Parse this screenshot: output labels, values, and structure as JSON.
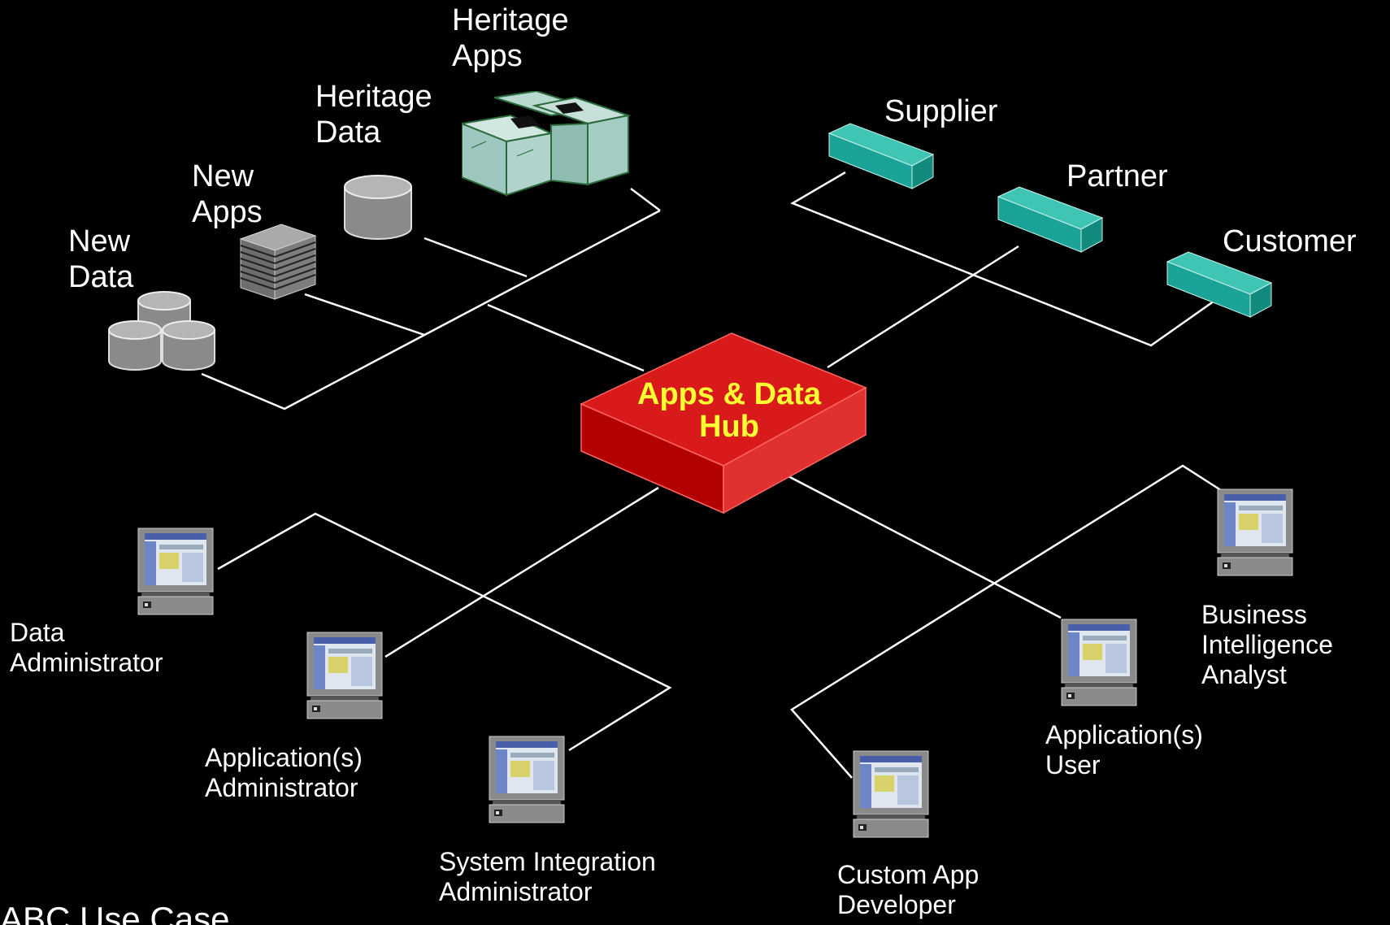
{
  "hub": {
    "line1": "Apps & Data",
    "line2": "Hub"
  },
  "top_nodes": {
    "heritage_apps": "Heritage\nApps",
    "heritage_data": "Heritage\nData",
    "new_apps": "New\nApps",
    "new_data": "New\nData",
    "supplier": "Supplier",
    "partner": "Partner",
    "customer": "Customer"
  },
  "user_nodes": {
    "data_admin": "Data\nAdministrator",
    "app_admin": "Application(s)\nAdministrator",
    "sys_int_admin": "System Integration\nAdministrator",
    "custom_dev": "Custom App\nDeveloper",
    "app_user": "Application(s)\nUser",
    "bi_analyst": "Business\nIntelligence\nAnalyst"
  },
  "footer_title": "ABC Use Case",
  "colors": {
    "background": "#000000",
    "hub": "#cc0000",
    "hub_text": "#ffff33",
    "partner_box": "#1aa396",
    "wire": "#ffffff"
  }
}
